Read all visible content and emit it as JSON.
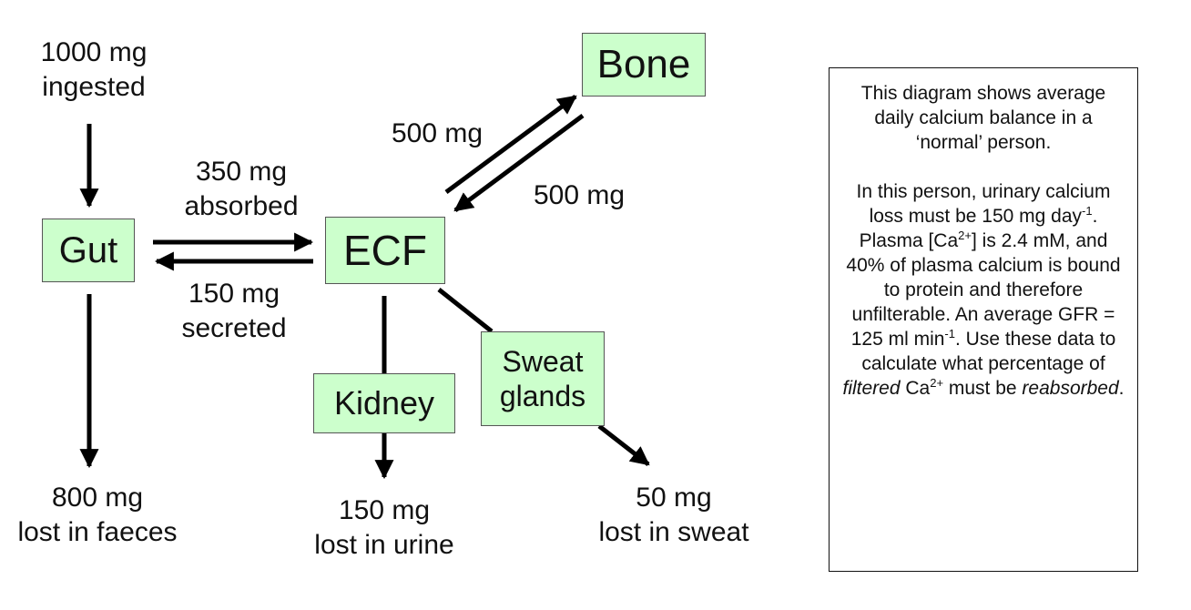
{
  "nodes": {
    "gut": "Gut",
    "ecf": "ECF",
    "bone": "Bone",
    "kidney": "Kidney",
    "sweat_glands": [
      "Sweat",
      "glands"
    ]
  },
  "flows": {
    "ingested": [
      "1000 mg",
      "ingested"
    ],
    "absorbed": [
      "350 mg",
      "absorbed"
    ],
    "secreted": [
      "150 mg",
      "secreted"
    ],
    "to_bone": "500 mg",
    "from_bone": "500 mg",
    "faeces": [
      "800 mg",
      "lost in faeces"
    ],
    "urine": [
      "150 mg",
      "lost in urine"
    ],
    "sweat": [
      "50 mg",
      "lost in sweat"
    ]
  },
  "note": {
    "para1": "This diagram shows average daily calcium balance in a ‘normal’ person.",
    "p2_a": "In this person, urinary calcium loss must be 150 mg day",
    "p2_a_sup": "-1",
    "p2_b": ". Plasma [Ca",
    "p2_b_sup": "2+",
    "p2_c": "] is 2.4 mM, and 40% of plasma calcium is bound to protein and therefore unfilterable. An average GFR = 125 ml min",
    "p2_c_sup": "-1",
    "p2_d": ". Use these data to calculate what percentage of ",
    "p2_filtered": "filtered",
    "p2_e": " Ca",
    "p2_e_sup": "2+",
    "p2_f": " must be ",
    "p2_reabsorbed": "reabsorbed",
    "p2_g": "."
  }
}
